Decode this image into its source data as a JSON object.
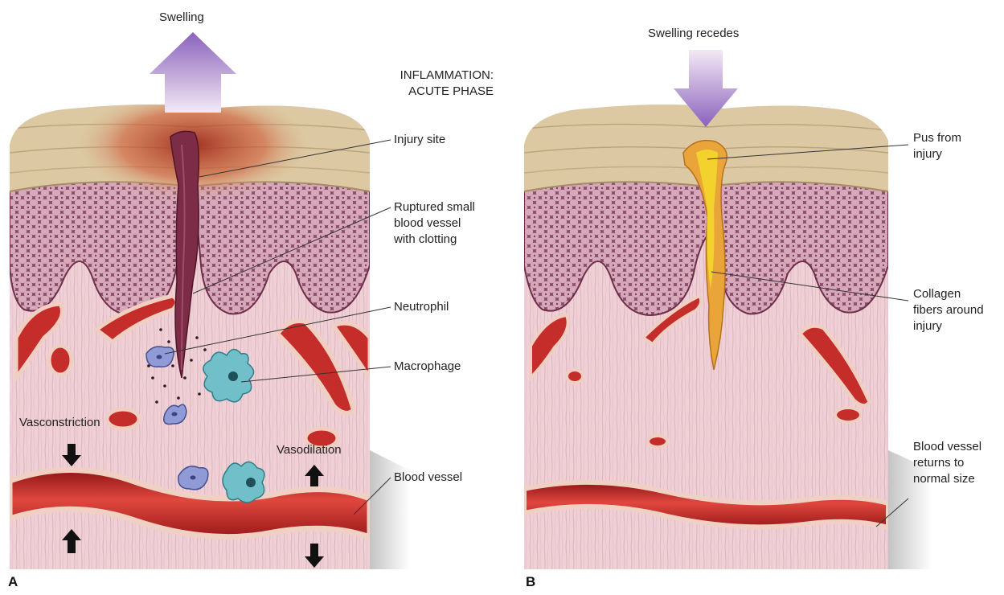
{
  "panel_a": {
    "letter": "A",
    "title": "INFLAMMATION:\nACUTE PHASE",
    "swelling": "Swelling",
    "injury_site": "Injury site",
    "ruptured_vessel": "Ruptured small\nblood vessel\nwith clotting",
    "neutrophil": "Neutrophil",
    "macrophage": "Macrophage",
    "vasoconstriction": "Vasconstriction",
    "vasodilation": "Vasodilation",
    "blood_vessel": "Blood vessel"
  },
  "panel_b": {
    "letter": "B",
    "swelling_recedes": "Swelling recedes",
    "pus": "Pus from\ninjury",
    "collagen": "Collagen\nfibers around\ninjury",
    "vessel_normal": "Blood vessel\nreturns to\nnormal size"
  },
  "colors": {
    "epidermis": "#d9c7a0",
    "epidermis_dark": "#b9a277",
    "cell_layer": "#7a3e5a",
    "cell_fill": "#c995ab",
    "dermis": "#ecc8cf",
    "vessel": "#c0282a",
    "vessel_wall": "#f1d0c4",
    "neutrophil": "#8d97d3",
    "macrophage": "#6cb9c4",
    "pus": "#f0c82a",
    "collagen": "#e8a23a",
    "arrow": "#9a74c2",
    "inflammation": "#c2432c",
    "wound": "#7a2b46"
  }
}
